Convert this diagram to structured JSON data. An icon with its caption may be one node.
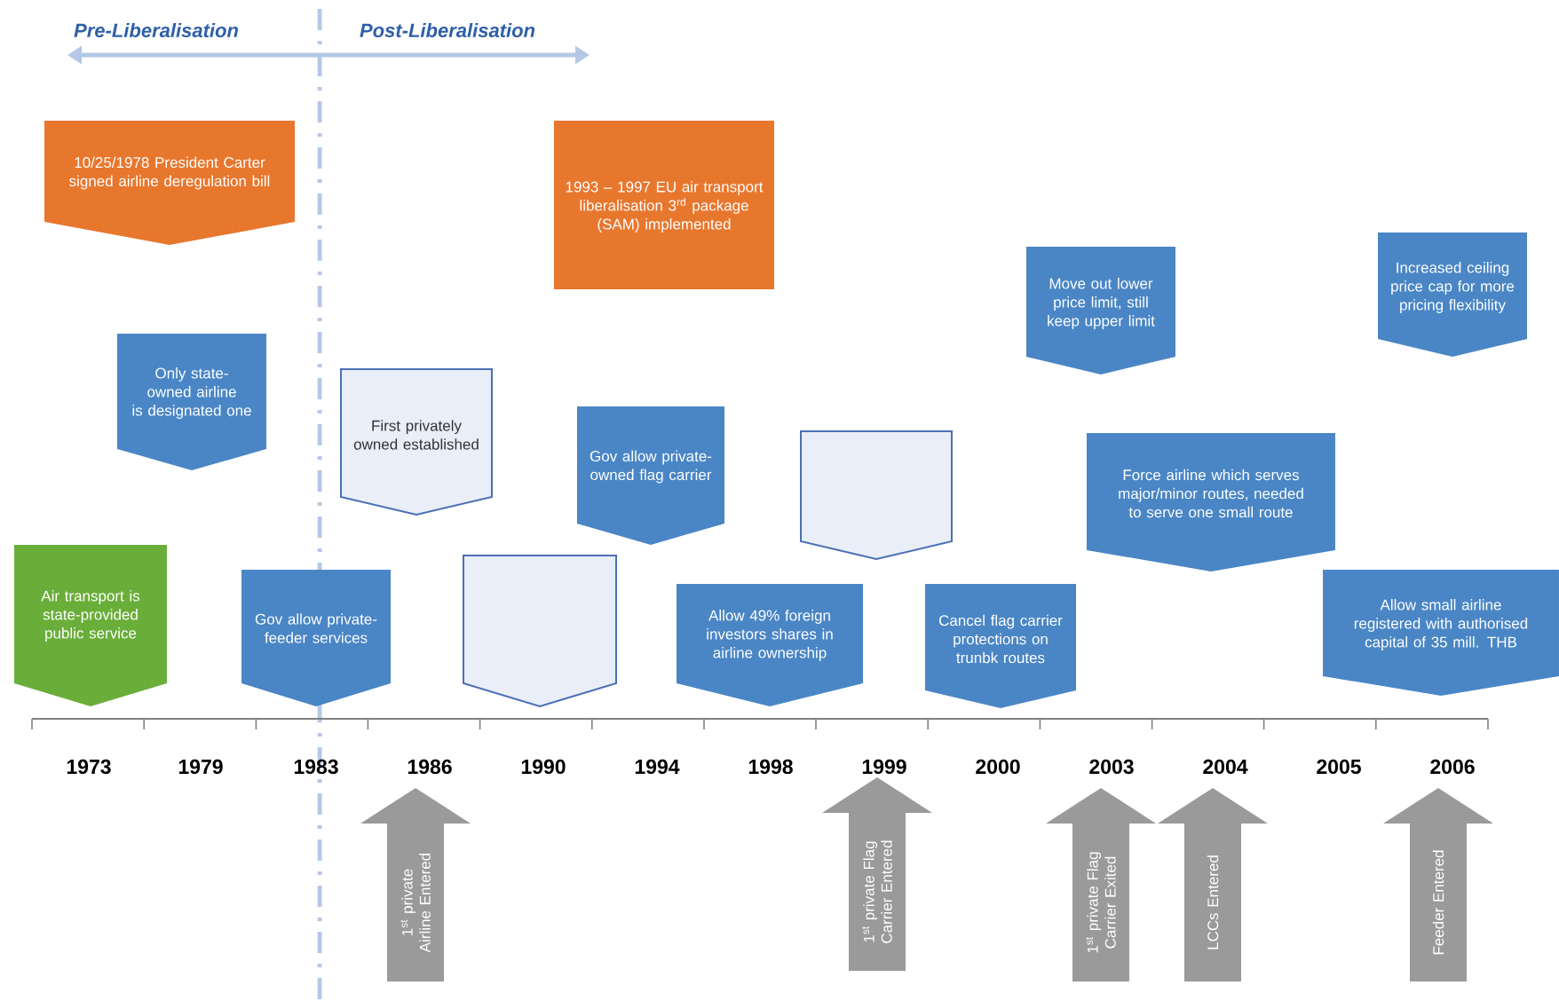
{
  "diagram": {
    "nodes": [
      {
        "text": [
          "10/25/1978 President Carter signed airline deregulation bill"
        ]
      },
      {
        "text": [
          "1993 – 1997 EU air transport liberalisation 3$^{rd}$ package (SAM) implemented"
        ]
      },
      {
        "text": [
          "Only state-owned airline is designated one"
        ]
      },
      {
        "text": [
          "First privately owned established"
        ]
      },
      {
        "text": [
          "Gov allow private-owned flag carrier"
        ]
      },
      {
        "text": [],
        "shape": "box"
      },
      {
        "text": [
          "Move out lower price limit, still keep upper limit"
        ]
      },
      {
        "text": [
          "Increased ceiling price cap for more pricing flexibility"
        ]
      },
      {
        "text": [
          "Air transport is state-provided public service"
        ]
      },
      {
        "text": [
          "Gov allow private-feeder services"
        ]
      },
      {
        "text": [],
        "shape": "box"
      },
      {
        "text": [
          "Allow 49% foreign investors shares in airline ownership"
        ]
      },
      {
        "text": [
          "Cancel flag carrier protections on trunbk routes"
        ]
      },
      {
        "text": [
          "Force airline which serves major/minor routes, needed to serve one small route"
        ]
      },
      {
        "text": [
          "Allow small airline registered with authorised capital of 35 mill. THB"
        ]
      },
      {
        "text": [
          "1$^{st}$ private Airline Entered"
        ]
      },
      {
        "text": [
          "1$^{st}$ private Flag Carrier Entered"
        ]
      },
      {
        "text": [
          "1$^{st}$ private Flag Carrier Exited"
        ]
      },
      {
        "text": [
          "LCCs Entered"
        ]
      },
      {
        "text": [
          "Feeder Entered"
        ]
      }
    ],
    "labels": [
      "Pre-Liberalisation",
      "Post-Liberalisation",
      "1973",
      "1979",
      "1983",
      "1986",
      "1990",
      "1994",
      "1998",
      "1999",
      "2000",
      "2003",
      "2004",
      "2005",
      "2006"
    ]
  }
}
